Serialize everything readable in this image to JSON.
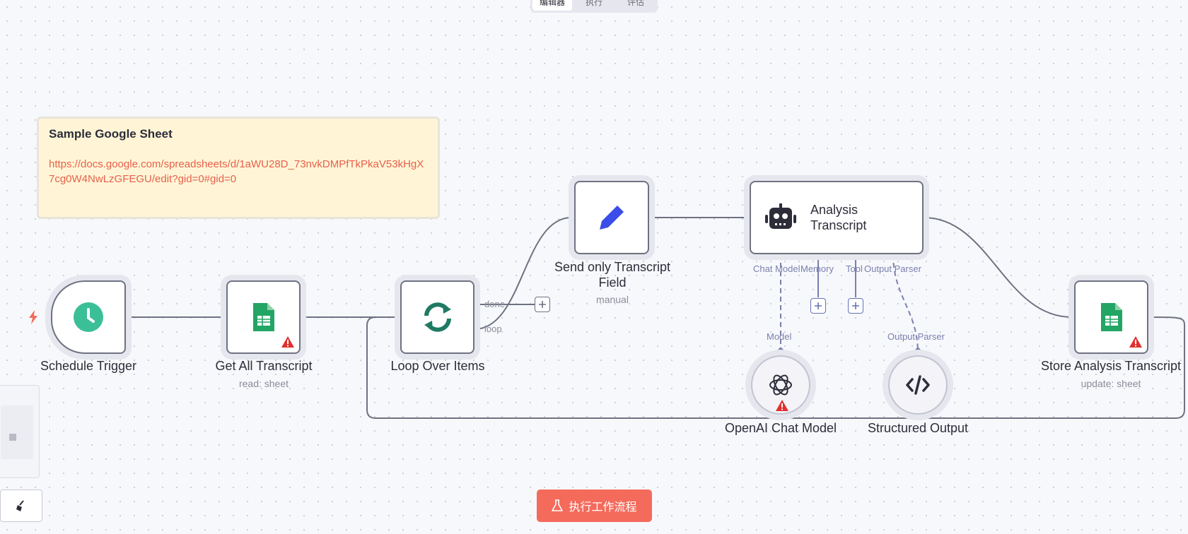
{
  "tabs": [
    {
      "label": "编辑器",
      "active": true
    },
    {
      "label": "执行",
      "active": false
    },
    {
      "label": "评估",
      "active": false
    }
  ],
  "sticky": {
    "title": "Sample Google Sheet",
    "link": "https://docs.google.com/spreadsheets/d/1aWU28D_73nvkDMPfTkPkaV53kHgX7cg0W4NwLzGFEGU/edit?gid=0#gid=0"
  },
  "nodes": {
    "schedule_trigger": {
      "label": "Schedule Trigger",
      "icon": "clock-icon"
    },
    "get_all_transcript": {
      "label": "Get All Transcript",
      "subtitle": "read: sheet",
      "icon": "google-sheets-icon",
      "warning": true
    },
    "loop_over_items": {
      "label": "Loop Over Items",
      "icon": "loop-icon",
      "outputs": [
        "done",
        "loop"
      ]
    },
    "send_only_transcript": {
      "label_line1": "Send only Transcript",
      "label_line2": "Field",
      "subtitle": "manual",
      "icon": "pencil-icon"
    },
    "analysis_transcript": {
      "label_line1": "Analysis",
      "label_line2": "Transcript",
      "icon": "robot-icon",
      "ports": [
        "Chat Model",
        "Memory",
        "Tool",
        "Output Parser"
      ]
    },
    "store_analysis": {
      "label": "Store Analysis Transcript",
      "subtitle": "update: sheet",
      "icon": "google-sheets-icon",
      "warning": true
    },
    "openai_chat_model": {
      "label": "OpenAI Chat Model",
      "port_label": "Model",
      "icon": "openai-icon",
      "warning": true
    },
    "structured_output": {
      "label": "Structured Output",
      "port_label": "Output Parser",
      "icon": "code-icon"
    }
  },
  "ai_ports_display": {
    "chat_model": "Chat Model",
    "memory": "Memory",
    "tool": "Tool",
    "output_parser": "Output Parser"
  },
  "run_button": {
    "label": "执行工作流程",
    "icon": "flask-icon"
  },
  "colors": {
    "accent": "#f46b5c",
    "edge": "#6e7281",
    "ai_edge": "#7a7fae",
    "warning": "#e0302e",
    "sheets_green": "#22a565",
    "loop_teal": "#1f7a63",
    "pencil_blue": "#3b4de8",
    "clock_green": "#3bbf96"
  }
}
